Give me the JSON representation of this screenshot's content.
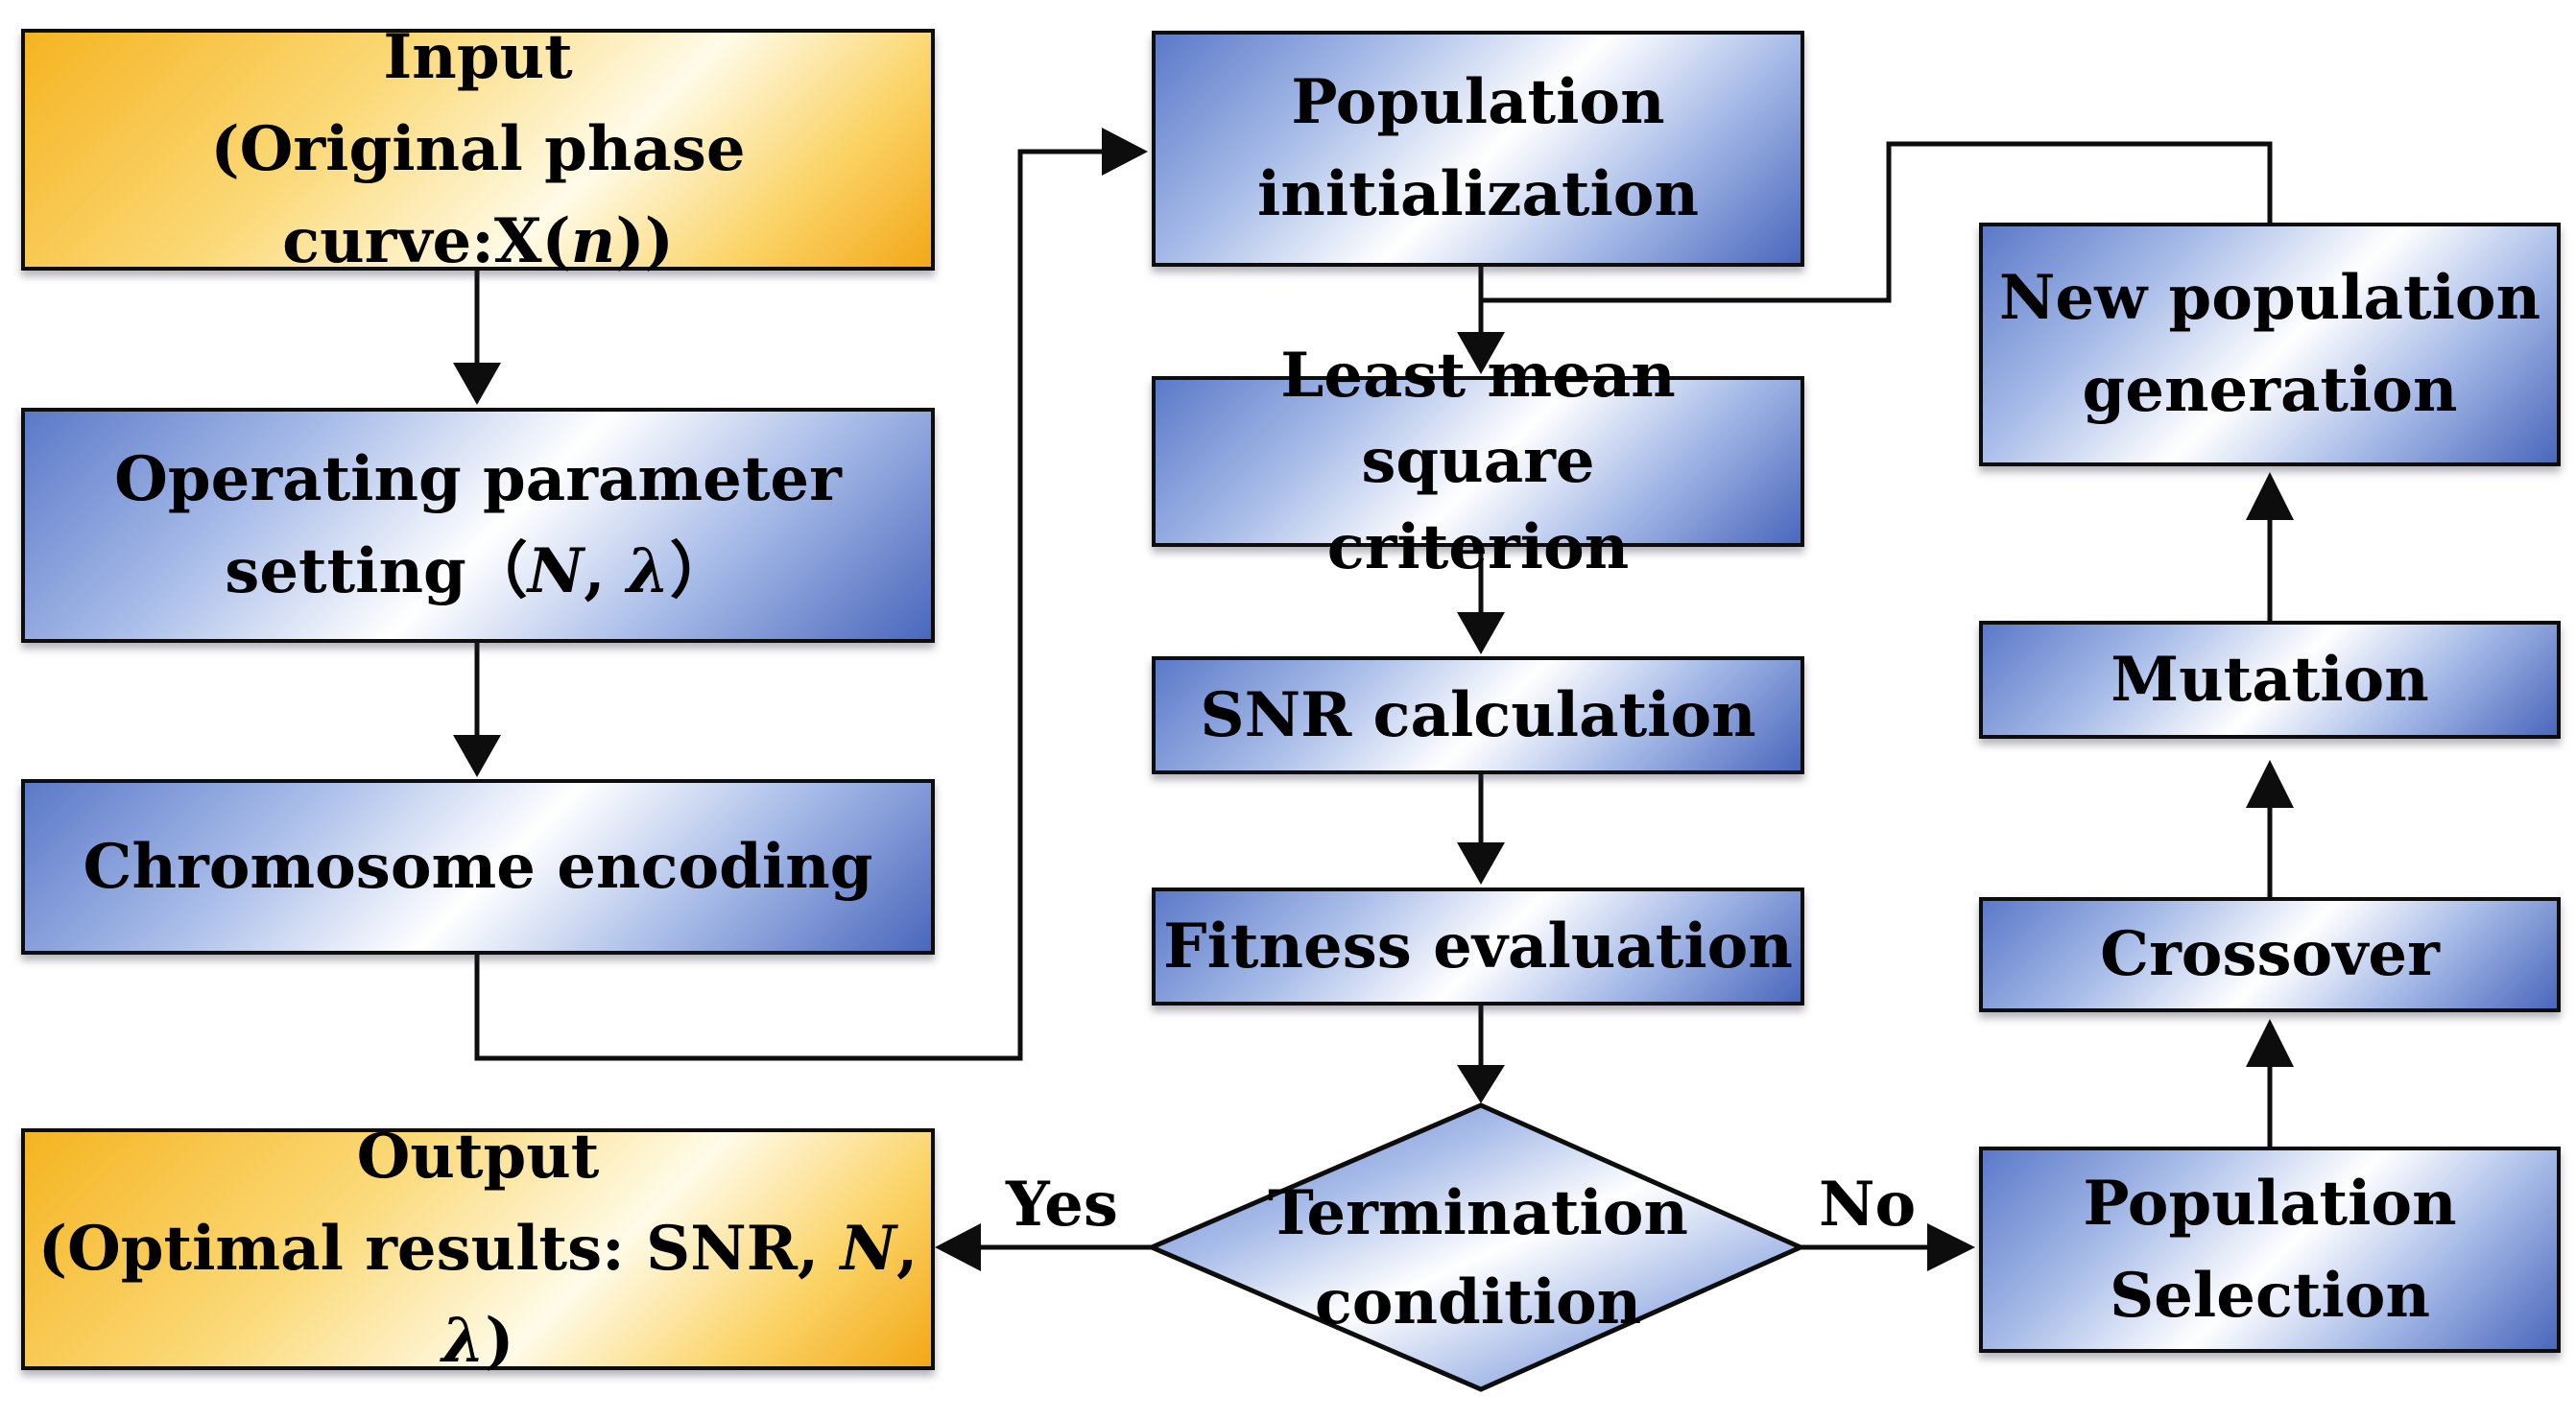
{
  "nodes": {
    "input": {
      "line1": "Input",
      "line2": "(Original phase curve:X(",
      "line2_italic": "n",
      "line2_end": "))"
    },
    "operating": {
      "line1": "Operating parameter",
      "line2": "setting（",
      "var1": "N",
      "sep": ", ",
      "var2": "λ",
      "line2_end": "）"
    },
    "chromosome": {
      "label": "Chromosome encoding"
    },
    "output": {
      "line1": "Output",
      "line2": "(Optimal results: SNR, ",
      "var1": "N",
      "sep": ", ",
      "var2": "λ",
      "line2_end": ")"
    },
    "pop_init": {
      "line1": "Population",
      "line2": "initialization"
    },
    "lms": {
      "line1": "Least mean square",
      "line2": "criterion"
    },
    "snr": {
      "label": "SNR calculation"
    },
    "fitness": {
      "label": "Fitness evaluation"
    },
    "termination": {
      "line1": "Termination",
      "line2": "condition"
    },
    "new_pop": {
      "line1": "New population",
      "line2": "generation"
    },
    "mutation": {
      "label": "Mutation"
    },
    "crossover": {
      "label": "Crossover"
    },
    "selection": {
      "line1": "Population",
      "line2": "Selection"
    }
  },
  "edges": {
    "yes_label": "Yes",
    "no_label": "No"
  },
  "colors": {
    "io_fill": "#f8c03c",
    "process_fill": "#6a86d0",
    "line": "#0d0d0d"
  }
}
